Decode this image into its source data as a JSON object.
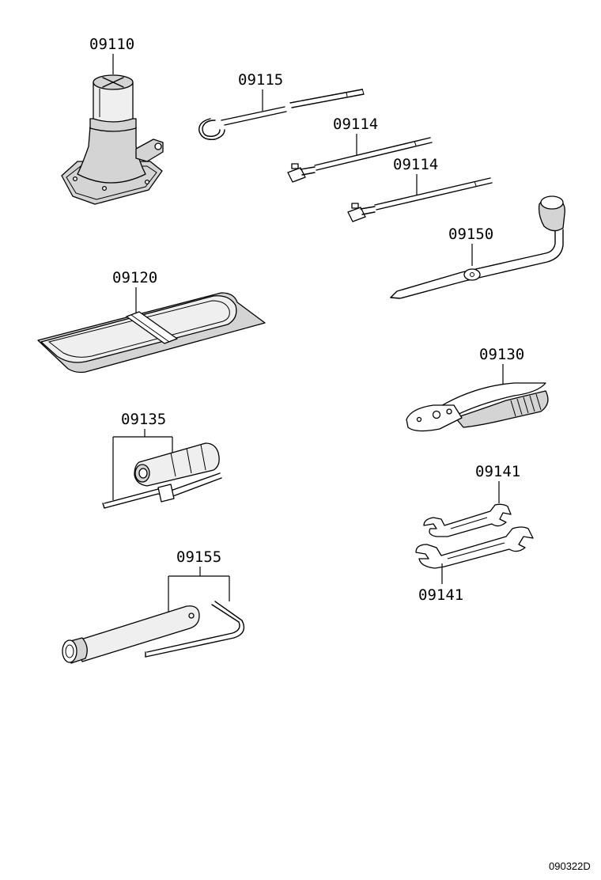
{
  "diagram": {
    "code": "090322D",
    "parts": [
      {
        "id": "jack",
        "number": "09110",
        "icon": "jack-icon"
      },
      {
        "id": "jack-handle-hook",
        "number": "09115",
        "icon": "hook-rod-icon"
      },
      {
        "id": "jack-handle-extension-a",
        "number": "09114",
        "icon": "extension-rod-icon"
      },
      {
        "id": "jack-handle-extension-b",
        "number": "09114",
        "icon": "extension-rod-icon"
      },
      {
        "id": "wheel-nut-wrench",
        "number": "09150",
        "icon": "lug-wrench-icon"
      },
      {
        "id": "tool-bag",
        "number": "09120",
        "icon": "tool-bag-icon"
      },
      {
        "id": "pliers",
        "number": "09130",
        "icon": "pliers-icon"
      },
      {
        "id": "screwdriver",
        "number": "09135",
        "icon": "screwdriver-icon"
      },
      {
        "id": "open-end-wrench-a",
        "number": "09141",
        "icon": "open-end-wrench-icon"
      },
      {
        "id": "open-end-wrench-b",
        "number": "09141",
        "icon": "open-end-wrench-icon"
      },
      {
        "id": "plug-wrench",
        "number": "09155",
        "icon": "spark-plug-wrench-icon"
      }
    ]
  }
}
